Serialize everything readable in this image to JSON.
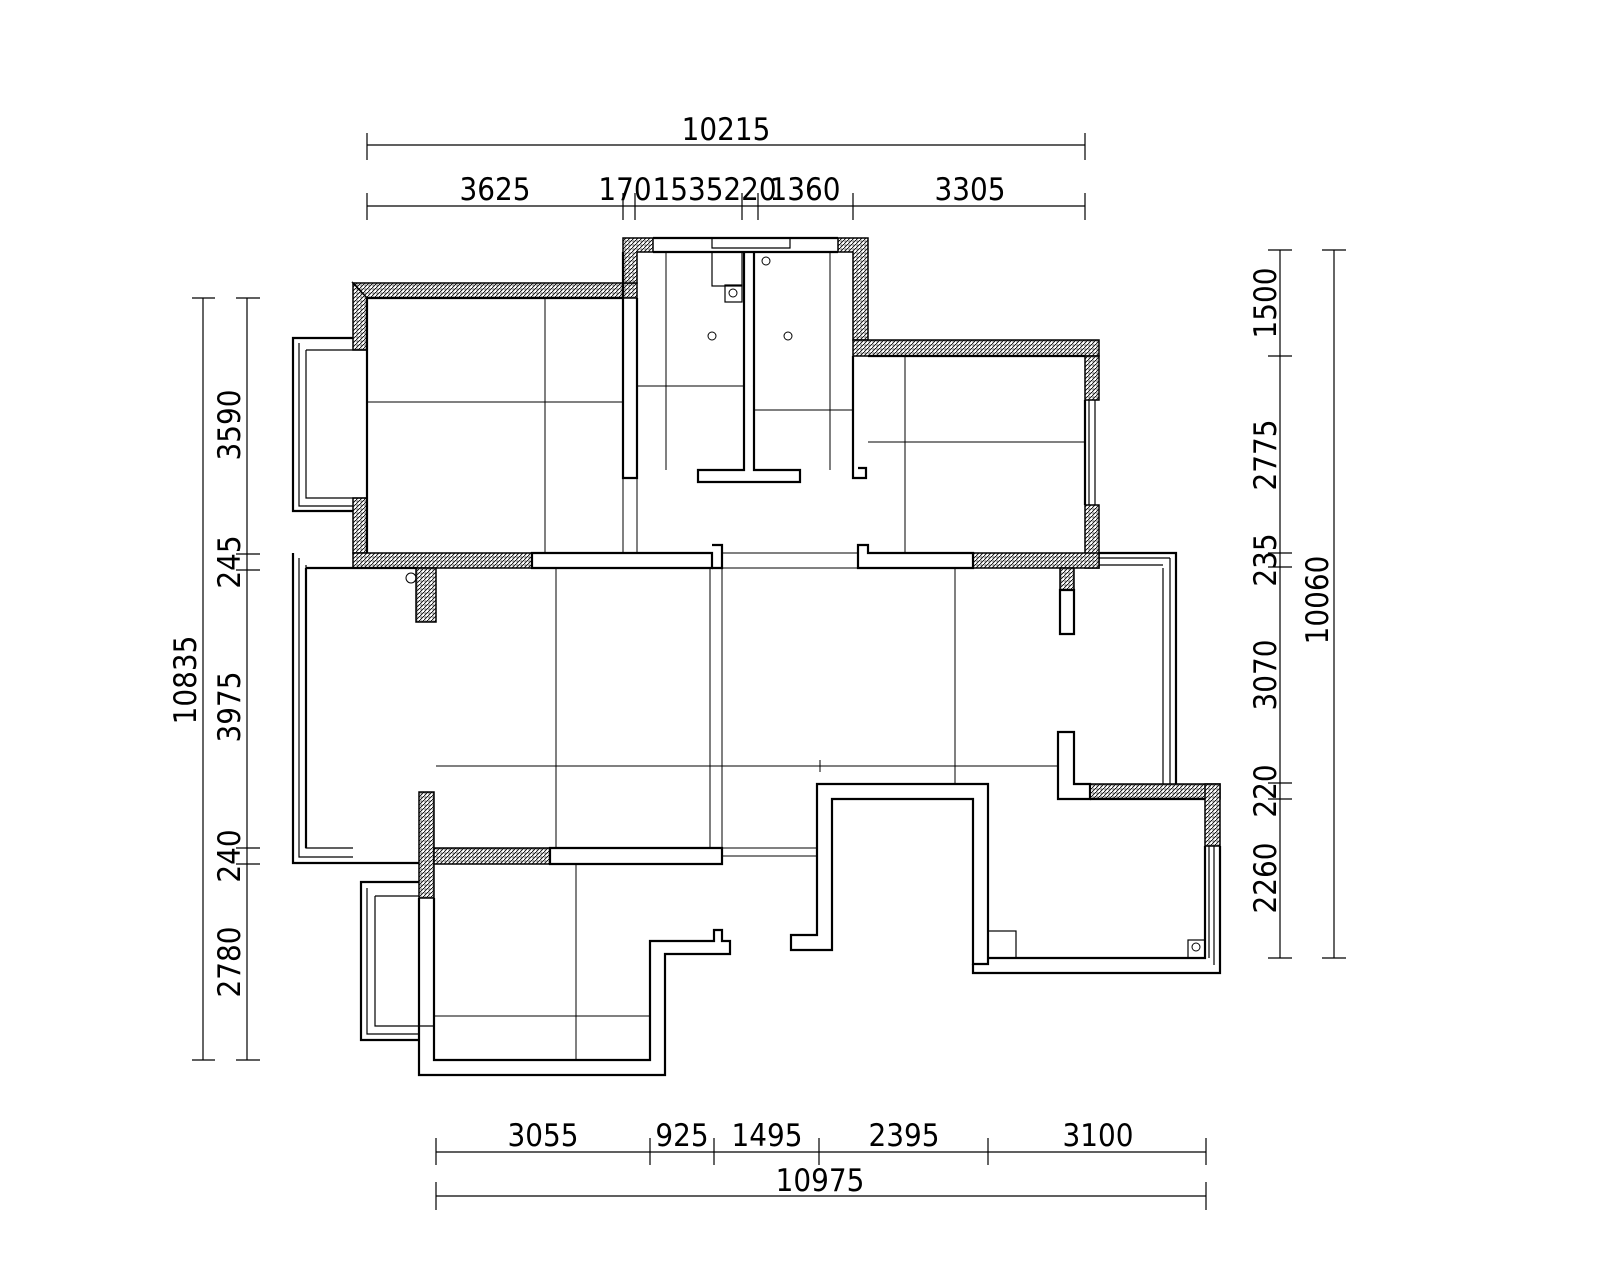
{
  "dimensions": {
    "top": {
      "overall": "10215",
      "segments": [
        "3625",
        "170",
        "1535",
        "220",
        "1360",
        "3305"
      ]
    },
    "bottom": {
      "overall": "10975",
      "segments": [
        "3055",
        "925",
        "1495",
        "2395",
        "3100"
      ]
    },
    "left": {
      "overall": "10835",
      "segments": [
        "3590",
        "245",
        "3975",
        "240",
        "2780"
      ]
    },
    "right": {
      "overall": "10060",
      "segments": [
        "1500",
        "2775",
        "235",
        "3070",
        "220",
        "2260"
      ]
    }
  }
}
